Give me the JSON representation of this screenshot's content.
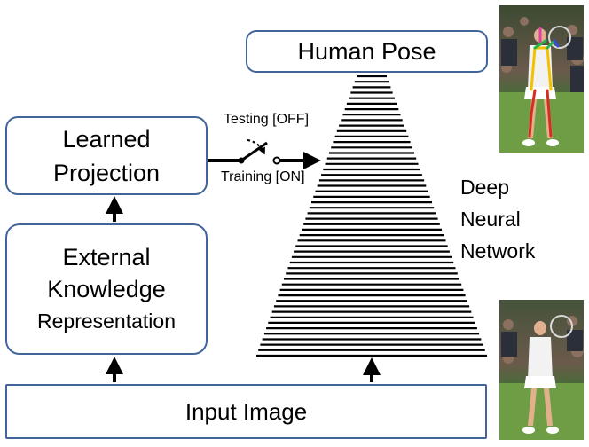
{
  "boxes": {
    "human_pose": "Human Pose",
    "learned_projection": [
      "Learned",
      "Projection"
    ],
    "external_knowledge": [
      "External",
      "Knowledge",
      "Representation"
    ],
    "input_image": "Input Image"
  },
  "switch": {
    "testing_label": "Testing [OFF]",
    "training_label": "Training [ON]"
  },
  "network_label": [
    "Deep",
    "Neural",
    "Network"
  ],
  "colors": {
    "box_border": "#41659b",
    "arrow": "#000000",
    "network_lines": "#000000",
    "pose_left_leg": "#d62d20",
    "pose_right_leg": "#f2c200",
    "pose_arm": "#2bb24c",
    "pose_head": "#e040a0",
    "pose_forearm": "#2f4fd8"
  },
  "icons": {
    "switch": "toggle-switch-icon"
  }
}
